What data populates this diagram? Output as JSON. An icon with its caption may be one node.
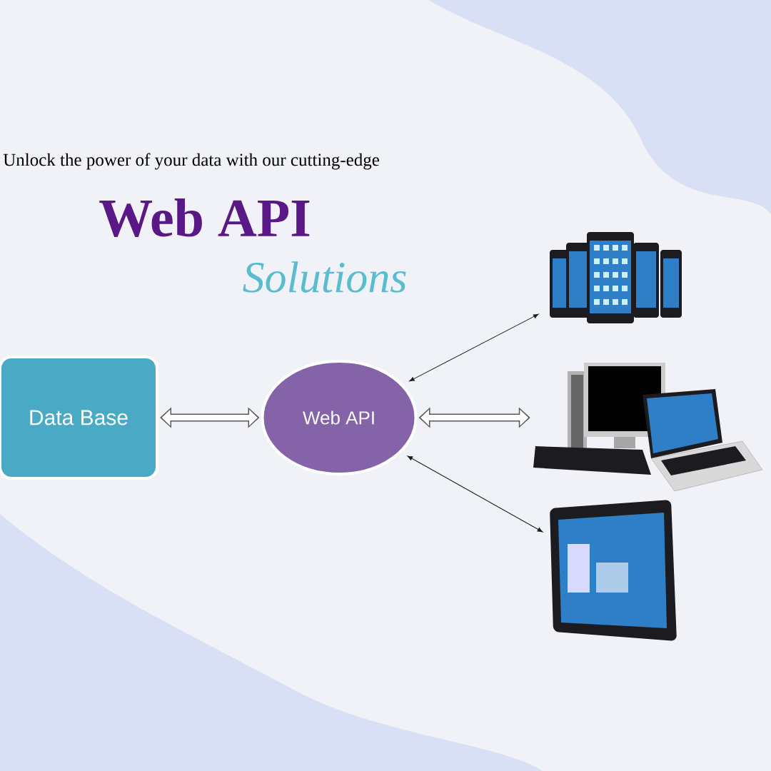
{
  "diagram": {
    "nodes": [
      {
        "text": [
          "Data Base"
        ]
      },
      {
        "text": [
          "Web API"
        ]
      },
      {
        "text": [],
        "shape": "picture"
      },
      {
        "text": [],
        "shape": "picture"
      },
      {
        "text": [],
        "shape": "picture"
      }
    ],
    "edges": [
      {
        "from": 0,
        "to": 1,
        "arrow": "both",
        "style": "thick"
      },
      {
        "from": 1,
        "to": 2,
        "arrow": "both",
        "color": "#1c1c20"
      },
      {
        "from": 1,
        "to": 3,
        "arrow": "both",
        "style": "thick"
      },
      {
        "from": 1,
        "to": 4,
        "arrow": "both",
        "color": "#1c1c20"
      }
    ],
    "labels": [
      "Unlock the power of your data with our cutting-edge",
      "Web API",
      "Solutions"
    ]
  }
}
